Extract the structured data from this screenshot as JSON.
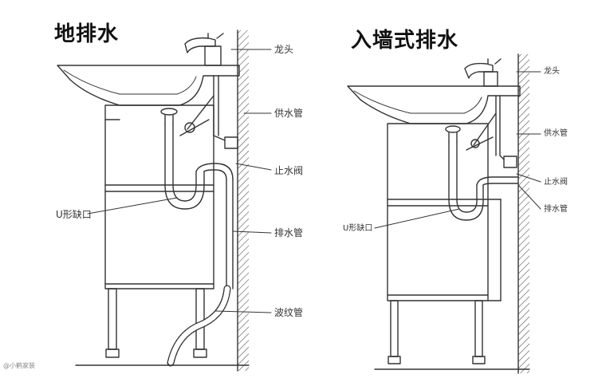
{
  "diagram": {
    "left": {
      "title": "地排水",
      "labels": {
        "faucet": "龙头",
        "supply_pipe": "供水管",
        "stop_valve": "止水阀",
        "u_trap": "U形缺口",
        "drain_pipe": "排水管",
        "corrugated_pipe": "波纹管"
      }
    },
    "right": {
      "title": "入墙式排水",
      "labels": {
        "faucet": "龙头",
        "supply_pipe": "供水管",
        "stop_valve": "止水阀",
        "u_trap": "U形缺口",
        "drain_pipe": "排水管"
      }
    },
    "watermark": "@小鹤家装"
  },
  "colors": {
    "line": "#333333",
    "background": "#ffffff",
    "hatch": "#555555"
  }
}
